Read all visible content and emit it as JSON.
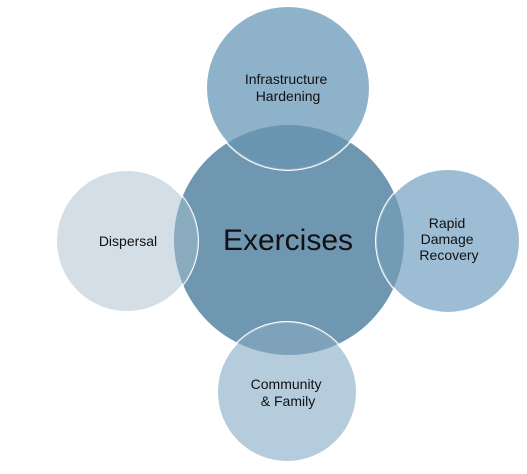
{
  "diagram": {
    "center": {
      "label": "Exercises",
      "fill": "#6f97b2"
    },
    "satellites": [
      {
        "id": "infrastructure",
        "lines": [
          "Infrastructure",
          "Hardening"
        ],
        "fill": "#8fb2cb",
        "stroke": "#ffffff"
      },
      {
        "id": "rapid-damage-recovery",
        "lines": [
          "Rapid",
          "Damage",
          "Recovery"
        ],
        "fill": "#9dbdd4",
        "stroke": "#ffffff"
      },
      {
        "id": "community-family",
        "lines": [
          "Community",
          "& Family"
        ],
        "fill": "#b5ccdc",
        "stroke": "#ffffff"
      },
      {
        "id": "dispersal",
        "lines": [
          "Dispersal"
        ],
        "fill": "#d3dee6",
        "stroke": "#ffffff"
      }
    ]
  }
}
